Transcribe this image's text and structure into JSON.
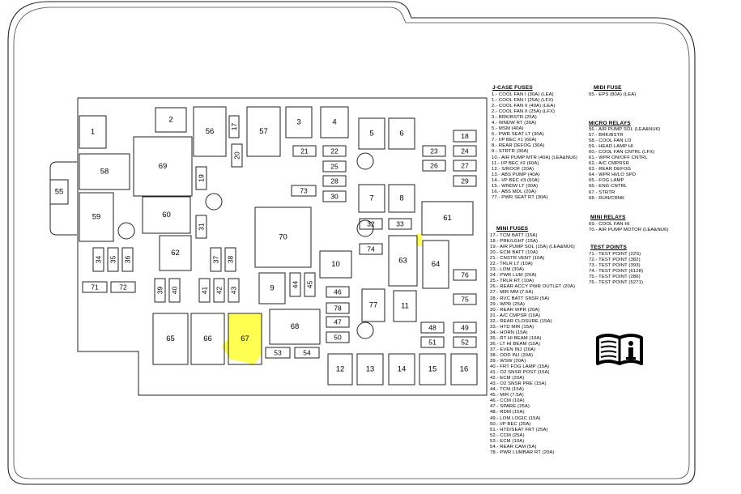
{
  "relays": [
    {
      "id": "r1",
      "label": "1"
    },
    {
      "id": "r2",
      "label": "2"
    },
    {
      "id": "r3",
      "label": "3"
    },
    {
      "id": "r4",
      "label": "4"
    },
    {
      "id": "r5",
      "label": "5"
    },
    {
      "id": "r6",
      "label": "6"
    },
    {
      "id": "r7",
      "label": "7"
    },
    {
      "id": "r8",
      "label": "8"
    },
    {
      "id": "r9",
      "label": "9"
    },
    {
      "id": "r10",
      "label": "10"
    },
    {
      "id": "r11",
      "label": "11"
    },
    {
      "id": "r12",
      "label": "12"
    },
    {
      "id": "r13",
      "label": "13"
    },
    {
      "id": "r14",
      "label": "14"
    },
    {
      "id": "r15",
      "label": "15"
    },
    {
      "id": "r16",
      "label": "16"
    },
    {
      "id": "r55",
      "label": "55"
    },
    {
      "id": "r56",
      "label": "56"
    },
    {
      "id": "r57",
      "label": "57"
    },
    {
      "id": "r58",
      "label": "58"
    },
    {
      "id": "r59",
      "label": "59"
    },
    {
      "id": "r60",
      "label": "60"
    },
    {
      "id": "r61",
      "label": "61"
    },
    {
      "id": "r62",
      "label": "62"
    },
    {
      "id": "r63",
      "label": "63"
    },
    {
      "id": "r64",
      "label": "64"
    },
    {
      "id": "r65",
      "label": "65"
    },
    {
      "id": "r66",
      "label": "66"
    },
    {
      "id": "r67",
      "label": "67"
    },
    {
      "id": "r68",
      "label": "68"
    },
    {
      "id": "r69",
      "label": "69"
    },
    {
      "id": "r70",
      "label": "70"
    },
    {
      "id": "r77",
      "label": "77"
    }
  ],
  "fuses": [
    {
      "id": "f17",
      "label": "17"
    },
    {
      "id": "f18",
      "label": "18"
    },
    {
      "id": "f19",
      "label": "19"
    },
    {
      "id": "f20",
      "label": "20"
    },
    {
      "id": "f21",
      "label": "21"
    },
    {
      "id": "f22",
      "label": "22"
    },
    {
      "id": "f23",
      "label": "23"
    },
    {
      "id": "f24",
      "label": "24"
    },
    {
      "id": "f25",
      "label": "25"
    },
    {
      "id": "f26",
      "label": "26"
    },
    {
      "id": "f27",
      "label": "27"
    },
    {
      "id": "f28",
      "label": "28"
    },
    {
      "id": "f29",
      "label": "29"
    },
    {
      "id": "f30",
      "label": "30"
    },
    {
      "id": "f31",
      "label": "31"
    },
    {
      "id": "f32",
      "label": "32"
    },
    {
      "id": "f33",
      "label": "33"
    },
    {
      "id": "f34",
      "label": "34"
    },
    {
      "id": "f35",
      "label": "35"
    },
    {
      "id": "f36",
      "label": "36"
    },
    {
      "id": "f37",
      "label": "37"
    },
    {
      "id": "f38",
      "label": "38"
    },
    {
      "id": "f39",
      "label": "39"
    },
    {
      "id": "f40",
      "label": "40"
    },
    {
      "id": "f41",
      "label": "41"
    },
    {
      "id": "f42",
      "label": "42"
    },
    {
      "id": "f43",
      "label": "43"
    },
    {
      "id": "f44",
      "label": "44"
    },
    {
      "id": "f45",
      "label": "45"
    },
    {
      "id": "f46",
      "label": "46"
    },
    {
      "id": "f47",
      "label": "47"
    },
    {
      "id": "f48",
      "label": "48"
    },
    {
      "id": "f49",
      "label": "49"
    },
    {
      "id": "f50",
      "label": "50"
    },
    {
      "id": "f51",
      "label": "51"
    },
    {
      "id": "f52",
      "label": "52"
    },
    {
      "id": "f53",
      "label": "53"
    },
    {
      "id": "f54",
      "label": "54"
    },
    {
      "id": "f71",
      "label": "71"
    },
    {
      "id": "f72",
      "label": "72"
    },
    {
      "id": "f73",
      "label": "73"
    },
    {
      "id": "f74",
      "label": "74"
    },
    {
      "id": "f75",
      "label": "75"
    },
    {
      "id": "f76",
      "label": "76"
    },
    {
      "id": "f78",
      "label": "78"
    }
  ],
  "highlight_color": "#ffff33",
  "legend": {
    "jcase": {
      "title": "J-CASE FUSES",
      "items": [
        "1.- COOL FAN I (30A) (LEA)",
        "1.- COOL FAN I (25A) (LFX)",
        "2.- COOL FAN II (40A) (LEA)",
        "2.- COOL FAN II (25A) (LFX)",
        "3.- BRK/BSTR (25A)",
        "4.- WNDW RT (30A)",
        "5.- MSM (40A)",
        "6.- PWR SEAT LT (30A)",
        "7.- I/P BEC #1 (60A)",
        "8.- REAR DEFOG (30A)",
        "9.- STRTR (30A)",
        "10.- AIR PUMP MTR (40A) (LEA&NU6)",
        "11.- I/P BEC #2 (60A)",
        "12.- S/ROOF (20A)",
        "13.- ABS PUMP (40A)",
        "14.- I/P BEC #3 (60A)",
        "15.- WNDW LT (30A)",
        "16.- ABS MDL (20A)",
        "77.- PWR SEAT RT (30A)"
      ]
    },
    "mini_fuses": {
      "title": "MINI FUSES",
      "items": [
        "17.- TCM BATT (15A)",
        "18.- PRK/LGHT (15A)",
        "19.- AIR PUMP SOL (15A) (LEA&NU6)",
        "20.- ECM BATT (10A)",
        "21.- CNSTR VENT (10A)",
        "22.- TRLR LT (10A)",
        "23.- LOM (30A)",
        "24.- PWR LUM (20A)",
        "25.- TRLR RT (10A)",
        "26.- REAR ACCY PWR OUTLET (20A)",
        "27.- MIR MM (7.5A)",
        "28.- RVC BATT SNSR (5A)",
        "29.- WPR (25A)",
        "30.- REAR WPR (20A)",
        "31.- A/C CMPSR (10A)",
        "32.- REAR CLOSURE (15A)",
        "33.- HTD MIR (15A)",
        "34.- HORN (15A)",
        "35.- RT HI BEAM (10A)",
        "36.- LT HI BEAM (10A)",
        "37.- EVEN INJ (20A)",
        "38.- ODD INJ (20A)",
        "39.- WSW (20A)",
        "40.- FRT FOG LAMP (15A)",
        "41.- O2 SNSR POST (15A)",
        "42.- ECM (20A)",
        "43.- O2 SNSR PRE (15A)",
        "44.- TCM (15A)",
        "45.- MIR (7.5A)",
        "46.- CCM (10A)",
        "47.- SPARE (25A)",
        "48.- RDM (15A)",
        "49.- LOM LOGIC (15A)",
        "50.- I/P BEC (25A)",
        "51.- HTD/SEAT FRT (25A)",
        "52.- CCM (25A)",
        "53.- ECM (10A)",
        "54.- REAR CAM (5A)",
        "78.- PWR LUMBAR RT (20A)"
      ]
    },
    "midi_fuse": {
      "title": "MIDI FUSE",
      "items": [
        "55.- EPS (80A) (LEA)"
      ]
    },
    "micro_relays": {
      "title": "MICRO RELAYS",
      "items": [
        "56.- AIR PUMP SOL (LEA&NU6)",
        "57.- BRK/BSTR",
        "58.- COOL FAN LO",
        "59.- HEAD LAMP HI",
        "60.- COOL FAN CNTRL (LFX)",
        "61.- WPR ON/OFF CNTRL",
        "62.- A/C CMPRSR",
        "63.- REAR DEFOG",
        "64.- WPR HI/LO SPD",
        "65.- FOG LAMP",
        "66.- ENG CNTRL",
        "67.- STRTR",
        "68.- RUN/CRNK"
      ]
    },
    "mini_relays": {
      "title": "MINI RELAYS",
      "items": [
        "69.- COOL FAN HI",
        "70.- AIR PUMP MOTOR (LEA&NU6)"
      ]
    },
    "test_points": {
      "title": "TEST POINTS",
      "items": [
        "71.- TEST POINT (22S)",
        "72.- TEST POINT (382)",
        "73.- TEST POINT (393)",
        "74.- TEST POINT (6128)",
        "75.- TEST POINT (286)",
        "76.- TEST POINT (5271)"
      ]
    }
  }
}
